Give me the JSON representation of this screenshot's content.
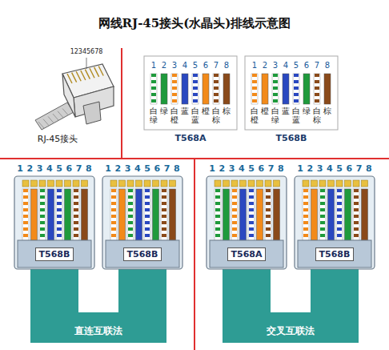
{
  "diagram": {
    "title": "网线RJ-45接头(水晶头)排线示意图",
    "nodes": [
      {
        "text": [
          "T568B"
        ]
      },
      {
        "text": [
          "T568B"
        ]
      },
      {
        "text": [
          "直连互联法"
        ]
      },
      {
        "text": [
          "T568A"
        ]
      },
      {
        "text": [
          "T568B"
        ]
      },
      {
        "text": [
          "交叉互联法"
        ]
      }
    ],
    "labels": [
      "12345678",
      "RJ-45接头",
      "1",
      "2",
      "3",
      "4",
      "5",
      "6",
      "7",
      "8",
      "白绿",
      "绿",
      "白橙",
      "蓝",
      "白蓝",
      "橙",
      "白棕",
      "棕",
      "T568A",
      "1",
      "2",
      "3",
      "4",
      "5",
      "6",
      "7",
      "8",
      "白橙",
      "橙",
      "白绿",
      "蓝",
      "白蓝",
      "绿",
      "白棕",
      "棕",
      "T568B",
      "12345678",
      "12345678",
      "12345678",
      "12345678"
    ]
  }
}
